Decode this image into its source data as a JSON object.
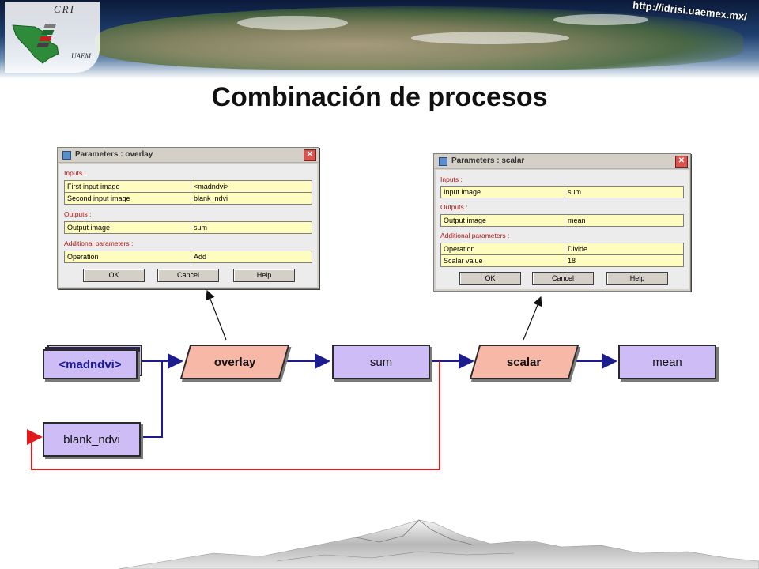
{
  "header": {
    "url": "http://idrisi.uaemex.mx/",
    "logo_top": "CRI",
    "logo_bottom": "UAEM"
  },
  "title": "Combinación de procesos",
  "dialogs": {
    "overlay": {
      "title": "Parameters : overlay",
      "inputs_label": "Inputs :",
      "inputs": [
        {
          "label": "First input image",
          "value": "<madndvi>"
        },
        {
          "label": "Second input image",
          "value": "blank_ndvi"
        }
      ],
      "outputs_label": "Outputs :",
      "outputs": [
        {
          "label": "Output image",
          "value": "sum"
        }
      ],
      "additional_label": "Additional parameters :",
      "additional": [
        {
          "label": "Operation",
          "value": "Add"
        }
      ],
      "buttons": {
        "ok": "OK",
        "cancel": "Cancel",
        "help": "Help"
      }
    },
    "scalar": {
      "title": "Parameters : scalar",
      "inputs_label": "Inputs :",
      "inputs": [
        {
          "label": "Input image",
          "value": "sum"
        }
      ],
      "outputs_label": "Outputs :",
      "outputs": [
        {
          "label": "Output image",
          "value": "mean"
        }
      ],
      "additional_label": "Additional parameters :",
      "additional": [
        {
          "label": "Operation",
          "value": "Divide"
        },
        {
          "label": "Scalar value",
          "value": "18"
        }
      ],
      "buttons": {
        "ok": "OK",
        "cancel": "Cancel",
        "help": "Help"
      }
    }
  },
  "workflow": {
    "madndvi": "<madndvi>",
    "overlay": "overlay",
    "sum": "sum",
    "scalar": "scalar",
    "mean": "mean",
    "blank_ndvi": "blank_ndvi"
  },
  "colors": {
    "file_fill": "#cdbcf6",
    "module_fill": "#f7b8a8",
    "arrow_blue": "#1c1c8c",
    "arrow_red": "#e01b1b"
  }
}
